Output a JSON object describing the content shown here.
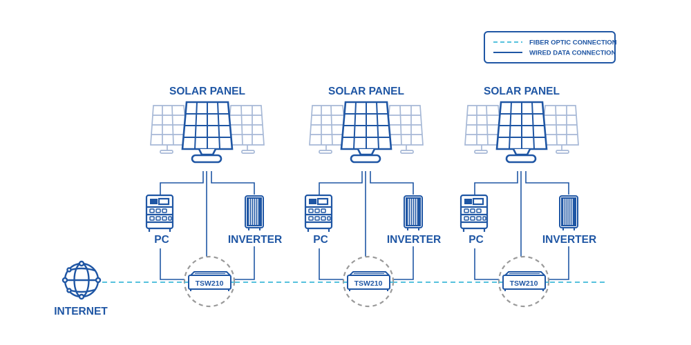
{
  "legend": {
    "fiber_label": "FIBER OPTIC CONNECTION",
    "wired_label": "WIRED DATA CONNECTION"
  },
  "internet_label": "INTERNET",
  "stations": [
    {
      "solar_label": "SOLAR PANEL",
      "pc_label": "PC",
      "inverter_label": "INVERTER",
      "switch_label": "TSW210"
    },
    {
      "solar_label": "SOLAR PANEL",
      "pc_label": "PC",
      "inverter_label": "INVERTER",
      "switch_label": "TSW210"
    },
    {
      "solar_label": "SOLAR PANEL",
      "pc_label": "PC",
      "inverter_label": "INVERTER",
      "switch_label": "TSW210"
    }
  ],
  "colors": {
    "primary": "#1f56a4",
    "secondary": "#a6b8d6",
    "fiber": "#55c1dd",
    "dashed_circle": "#9a9a9a"
  },
  "icons": {
    "internet": "globe-network-icon",
    "solar": "solar-panel-icon",
    "pc": "pc-icon",
    "inverter": "inverter-icon",
    "switch": "switch-icon"
  }
}
